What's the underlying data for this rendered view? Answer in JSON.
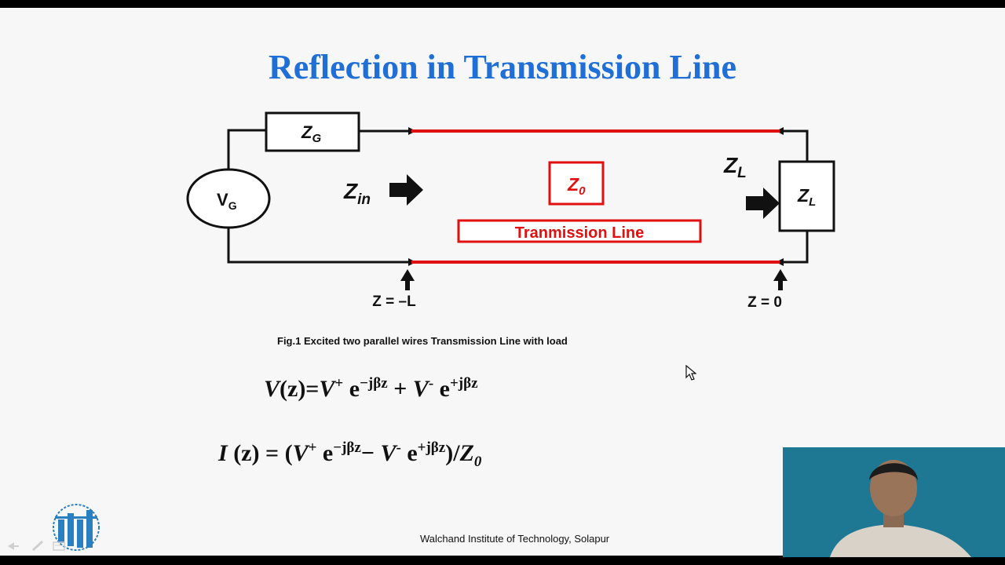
{
  "slide": {
    "title": "Reflection in Transmission Line",
    "caption": "Fig.1  Excited two parallel wires Transmission Line with load",
    "footer": "Walchand Institute of Technology, Solapur"
  },
  "diagram": {
    "generator_label": "V",
    "generator_sub": "G",
    "zg_label": "Z",
    "zg_sub": "G",
    "zin_label": "Z",
    "zin_sub": "in",
    "z0_label": "Z",
    "z0_sub": "0",
    "line_label": "Tranmission Line",
    "zl_outside_label": "Z",
    "zl_outside_sub": "L",
    "zl_box_label": "Z",
    "zl_box_sub": "L",
    "marker_left": "Z = –L",
    "marker_right": "Z = 0"
  },
  "equations": {
    "voltage": {
      "lhs": "V",
      "arg": "(z)=",
      "v1": "V",
      "v1_sup": "+",
      "e1": " e",
      "e1_sup": "−jβz",
      "plus": " + ",
      "v2": "V",
      "v2_sup": "-",
      "e2": " e",
      "e2_sup": "+jβz"
    },
    "current": {
      "lhs": "I",
      "arg": " (z) = (",
      "v1": "V",
      "v1_sup": "+",
      "e1": " e",
      "e1_sup": "−jβz",
      "minus": "− ",
      "v2": "V",
      "v2_sup": "-",
      "e2": " e",
      "e2_sup": "+jβz",
      "close": ")/",
      "z": "Z",
      "z_sub": "0"
    }
  },
  "colors": {
    "title": "#1f6fd6",
    "line": "#e01010",
    "wire": "#111111",
    "video_bg": "#1e7894"
  },
  "icons": [
    "mouse-cursor-icon",
    "institute-logo",
    "prev-slide-icon",
    "pen-tool-icon",
    "menu-icon"
  ]
}
